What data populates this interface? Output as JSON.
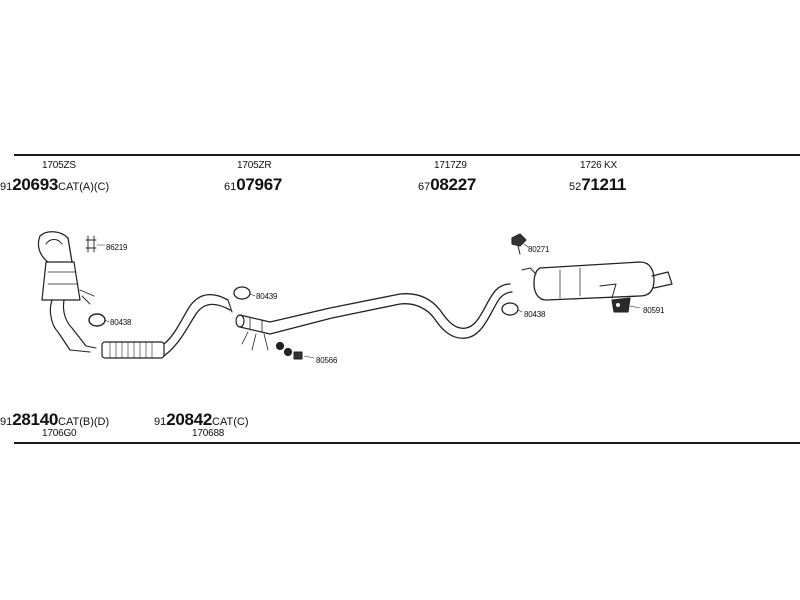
{
  "top_groups": [
    {
      "ref": "1705ZS",
      "prefix": "91",
      "bold": "20693",
      "suffix": "CAT(A)(C)"
    },
    {
      "ref": "1705ZR",
      "prefix": "61",
      "bold": "07967",
      "suffix": ""
    },
    {
      "ref": "1717Z9",
      "prefix": "67",
      "bold": "08227",
      "suffix": ""
    },
    {
      "ref": "1726 KX",
      "prefix": "52",
      "bold": "71211",
      "suffix": ""
    }
  ],
  "bottom_groups": [
    {
      "ref": "1706G0",
      "prefix": "91",
      "bold": "28140",
      "suffix": "CAT(B)(D)"
    },
    {
      "ref": "170688",
      "prefix": "91",
      "bold": "20842",
      "suffix": "CAT(C)"
    }
  ],
  "callouts": {
    "c86219": "86219",
    "c80438_left": "80438",
    "c80439": "80439",
    "c80566": "80566",
    "c80271": "80271",
    "c80438_right": "80438",
    "c80591": "80591"
  }
}
